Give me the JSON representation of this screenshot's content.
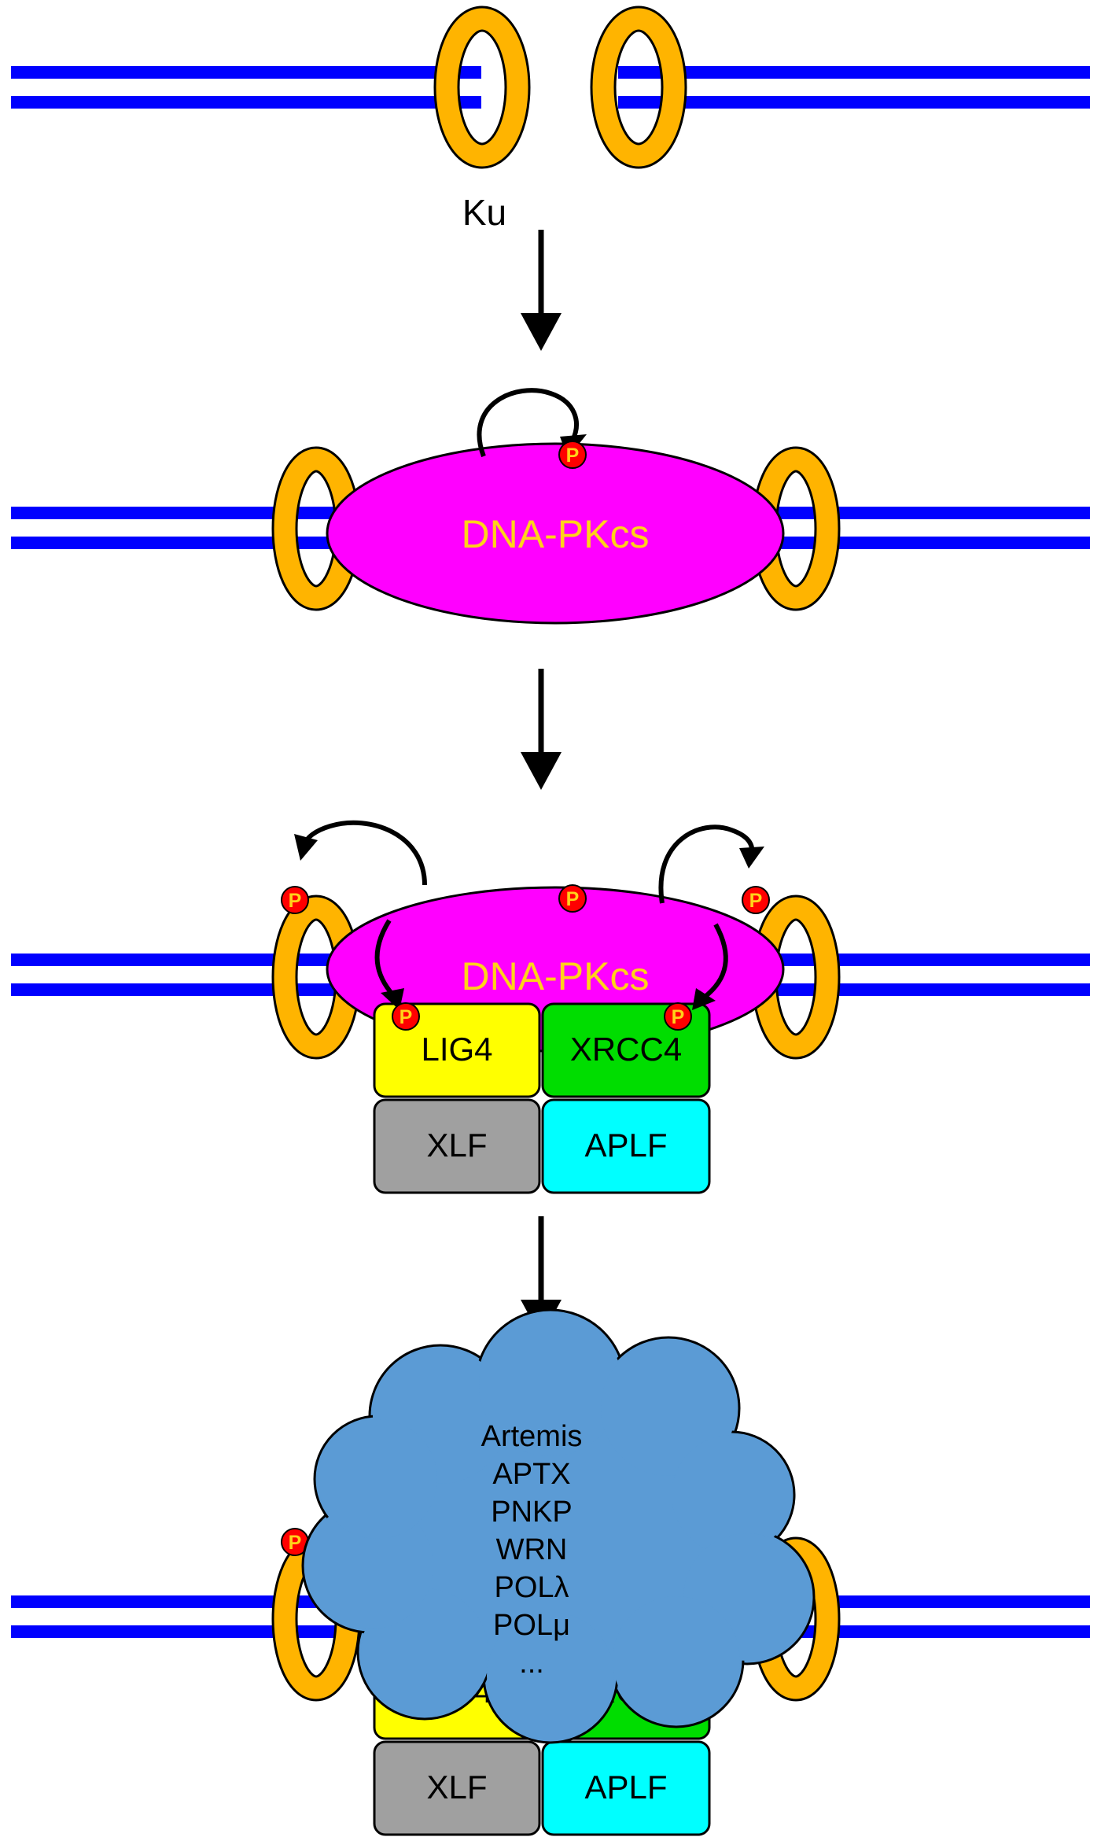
{
  "labels": {
    "ku": "Ku",
    "dna_pkcs": "DNA-PKcs",
    "phospho": "P",
    "lig4": "LIG4",
    "xrcc4": "XRCC4",
    "xlf": "XLF",
    "aplf": "APLF"
  },
  "cloud_factors": [
    "Artemis",
    "APTX",
    "PNKP",
    "WRN",
    "POLλ",
    "POLμ",
    "..."
  ],
  "colors": {
    "dna": "#0000ff",
    "ku": "#ffb400",
    "dna_pkcs": "#ff00ff",
    "phospho": "#ff0000",
    "phospho_text": "#ffd21a",
    "lig4": "#ffff00",
    "xrcc4": "#00dd00",
    "xlf": "#a0a0a0",
    "aplf": "#00ffff",
    "cloud": "#5b9bd5"
  }
}
